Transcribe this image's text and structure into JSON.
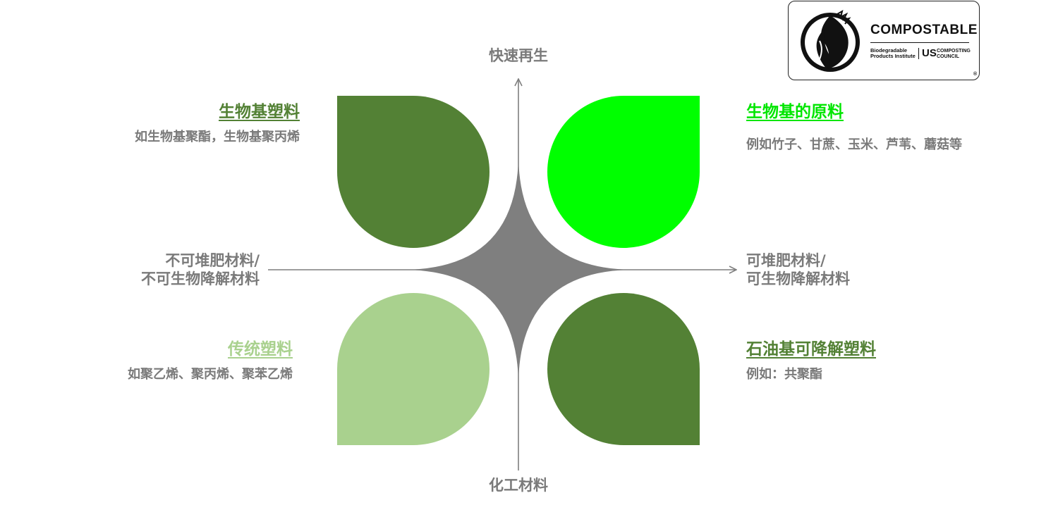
{
  "axes": {
    "top": "快速再生",
    "bottom": "化工材料",
    "left": [
      "不可堆肥材料/",
      "不可生物降解材料"
    ],
    "right": [
      "可堆肥材料/",
      "可生物降解材料"
    ]
  },
  "quadrants": {
    "top_left": {
      "title": "生物基塑料",
      "desc": "如生物基聚酯，生物基聚丙烯",
      "color": "#538135"
    },
    "top_right": {
      "title": "生物基的原料",
      "desc": "例如竹子、甘蔗、玉米、芦苇、蘑菇等",
      "color": "#00ff00"
    },
    "bottom_left": {
      "title": "传统塑料",
      "desc": "如聚乙烯、聚丙烯、聚苯乙烯",
      "color": "#a9d18e"
    },
    "bottom_right": {
      "title": "石油基可降解塑料",
      "desc": "例如：共聚酯",
      "color": "#538135"
    }
  },
  "center_star_color": "#7f7f7f",
  "axis_color": "#7f7f7f",
  "logo": {
    "word": "COMPOSTABLE",
    "line1": "Biodegradable",
    "line2": "Products Institute",
    "us": "US",
    "council1": "COMPOSTING",
    "council2": "COUNCIL",
    "reg": "®"
  }
}
